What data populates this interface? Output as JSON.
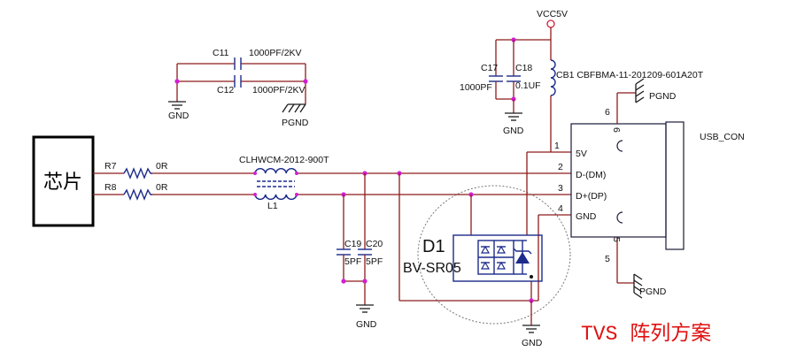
{
  "power": {
    "vcc_label": "VCC5V"
  },
  "c11": {
    "ref": "C11",
    "value": "1000PF/2KV"
  },
  "c12": {
    "ref": "C12",
    "value": "1000PF/2KV"
  },
  "c17": {
    "ref": "C17",
    "value": "1000PF"
  },
  "c18": {
    "ref": "C18",
    "value": "0.1UF"
  },
  "c19": {
    "ref": "C19",
    "value": "5PF"
  },
  "c20": {
    "ref": "C20",
    "value": "5PF"
  },
  "cb1": {
    "label": "CB1 CBFBMA-11-201209-601A20T"
  },
  "r7": {
    "ref": "R7",
    "value": "0R"
  },
  "r8": {
    "ref": "R8",
    "value": "0R"
  },
  "l1": {
    "part": "CLHWCM-2012-900T",
    "ref": "L1"
  },
  "chip": {
    "label": "芯片"
  },
  "d1": {
    "ref": "D1",
    "part": "BV-SR05"
  },
  "usb": {
    "name": "USB_CON",
    "pins": [
      {
        "num": "1",
        "name": "5V"
      },
      {
        "num": "2",
        "name": "D-(DM)"
      },
      {
        "num": "3",
        "name": "D+(DP)"
      },
      {
        "num": "4",
        "name": "GND"
      }
    ],
    "shield": {
      "top_outer": "6",
      "top_inner": "6",
      "bottom_inner": "5",
      "bottom_outer": "5"
    }
  },
  "ground": {
    "gnd_c11": "GND",
    "gnd_c17": "GND",
    "gnd_c19": "GND",
    "gnd_d1": "GND",
    "pgnd_c12": "PGND",
    "pgnd_top": "PGND",
    "pgnd_bottom": "PGND"
  },
  "caption": "TVS 阵列方案",
  "colors": {
    "wire": "#8e1b1b",
    "component": "#1c2b8c",
    "junction": "#d21fd2",
    "caption": "#e01010"
  }
}
